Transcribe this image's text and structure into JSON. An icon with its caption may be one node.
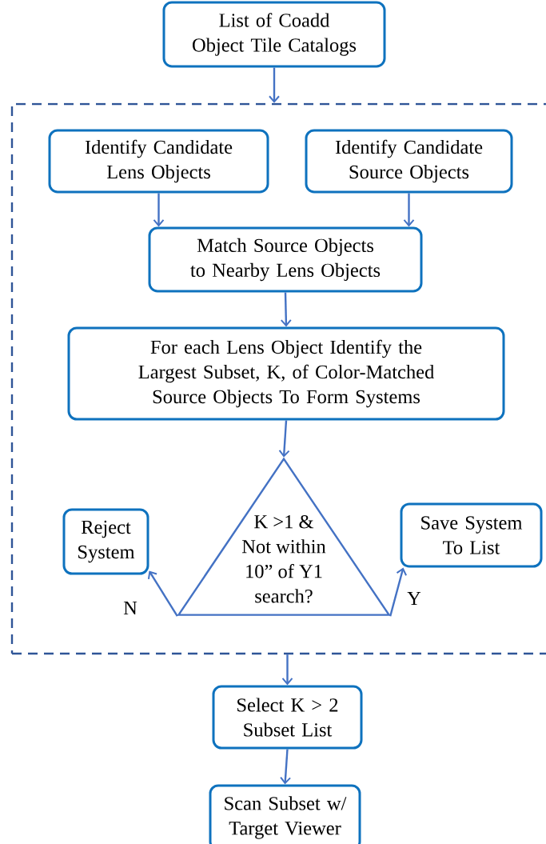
{
  "diagram": {
    "nodes": [
      {
        "text": [
          "List of Coadd Object Tile Catalogs"
        ]
      },
      {
        "text": [],
        "shape": "box"
      },
      {
        "text": [
          "Identify Candidate Lens Objects"
        ],
        "in": 1
      },
      {
        "text": [
          "Identify Candidate Source Objects"
        ],
        "in": 1
      },
      {
        "text": [
          "Match Source Objects to Nearby Lens Objects"
        ],
        "in": 1
      },
      {
        "text": [
          "For each Lens Object Identify the Largest Subset, K, of Color-Matched Source Objects To Form Systems"
        ],
        "in": 1
      },
      {
        "text": [
          "K >1 & Not within 10” of Y1 search?"
        ],
        "in": 1
      },
      {
        "text": [
          "Reject System"
        ],
        "in": 1
      },
      {
        "text": [
          "Save System To List"
        ],
        "in": 1
      },
      {
        "text": [
          "Select K > 2 Subset List"
        ]
      },
      {
        "text": [
          "Scan Subset w/ Target Viewer"
        ]
      }
    ],
    "edges": [
      {
        "from": 0,
        "to": 1,
        "arrow": "to"
      },
      {
        "from": 2,
        "to": 4,
        "arrow": "to"
      },
      {
        "from": 3,
        "to": 4,
        "arrow": "to"
      },
      {
        "from": 4,
        "to": 5,
        "arrow": "to"
      },
      {
        "from": 5,
        "to": 6,
        "arrow": "to"
      },
      {
        "from": 6,
        "to": 7,
        "arrow": "to",
        "label": "N"
      },
      {
        "from": 6,
        "to": 8,
        "arrow": "to",
        "label": "Y"
      },
      {
        "from": 1,
        "to": 9,
        "arrow": "to"
      },
      {
        "from": 9,
        "to": 10,
        "arrow": "to"
      }
    ]
  }
}
